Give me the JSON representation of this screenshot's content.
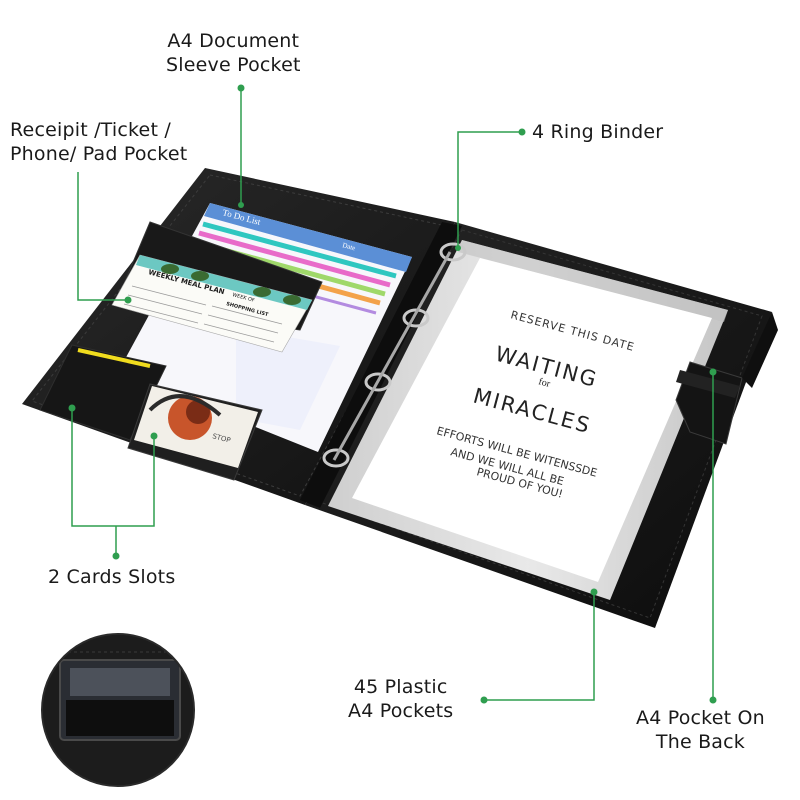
{
  "callouts": {
    "a4_sleeve_pocket": {
      "line1": "A4 Document",
      "line2": "Sleeve Pocket"
    },
    "receipt_pocket": {
      "line1": "Receipit /Ticket /",
      "line2": "Phone/ Pad Pocket"
    },
    "ring_binder": {
      "text": "4 Ring Binder"
    },
    "card_slots": {
      "text": "2 Cards Slots"
    },
    "plastic_pockets": {
      "line1": "45 Plastic",
      "line2": "A4 Pockets"
    },
    "back_pocket": {
      "line1": "A4 Pocket On",
      "line2": "The Back"
    }
  },
  "paper_sheets": {
    "todo": {
      "title": "To Do List",
      "date_label": "Date"
    },
    "meal_plan": {
      "title": "WEEKLY MEAL PLAN",
      "week_of": "WEEK OF",
      "shopping": "SHOPPING LIST"
    }
  },
  "card_text": "STOP",
  "page_document": {
    "line1": "RESERVE THIS DATE",
    "line2": "WAITING",
    "line3": "for",
    "line4": "MIRACLES",
    "line5": "EFFORTS WILL BE WITENSSDE",
    "line6": "AND WE WILL ALL BE",
    "line7": "PROUD OF YOU!"
  },
  "colors": {
    "leader_line": "#2f9e4f",
    "folio_leather": "#1b1b1b",
    "accent_yellow": "#f0dc1e",
    "background": "#ffffff"
  }
}
